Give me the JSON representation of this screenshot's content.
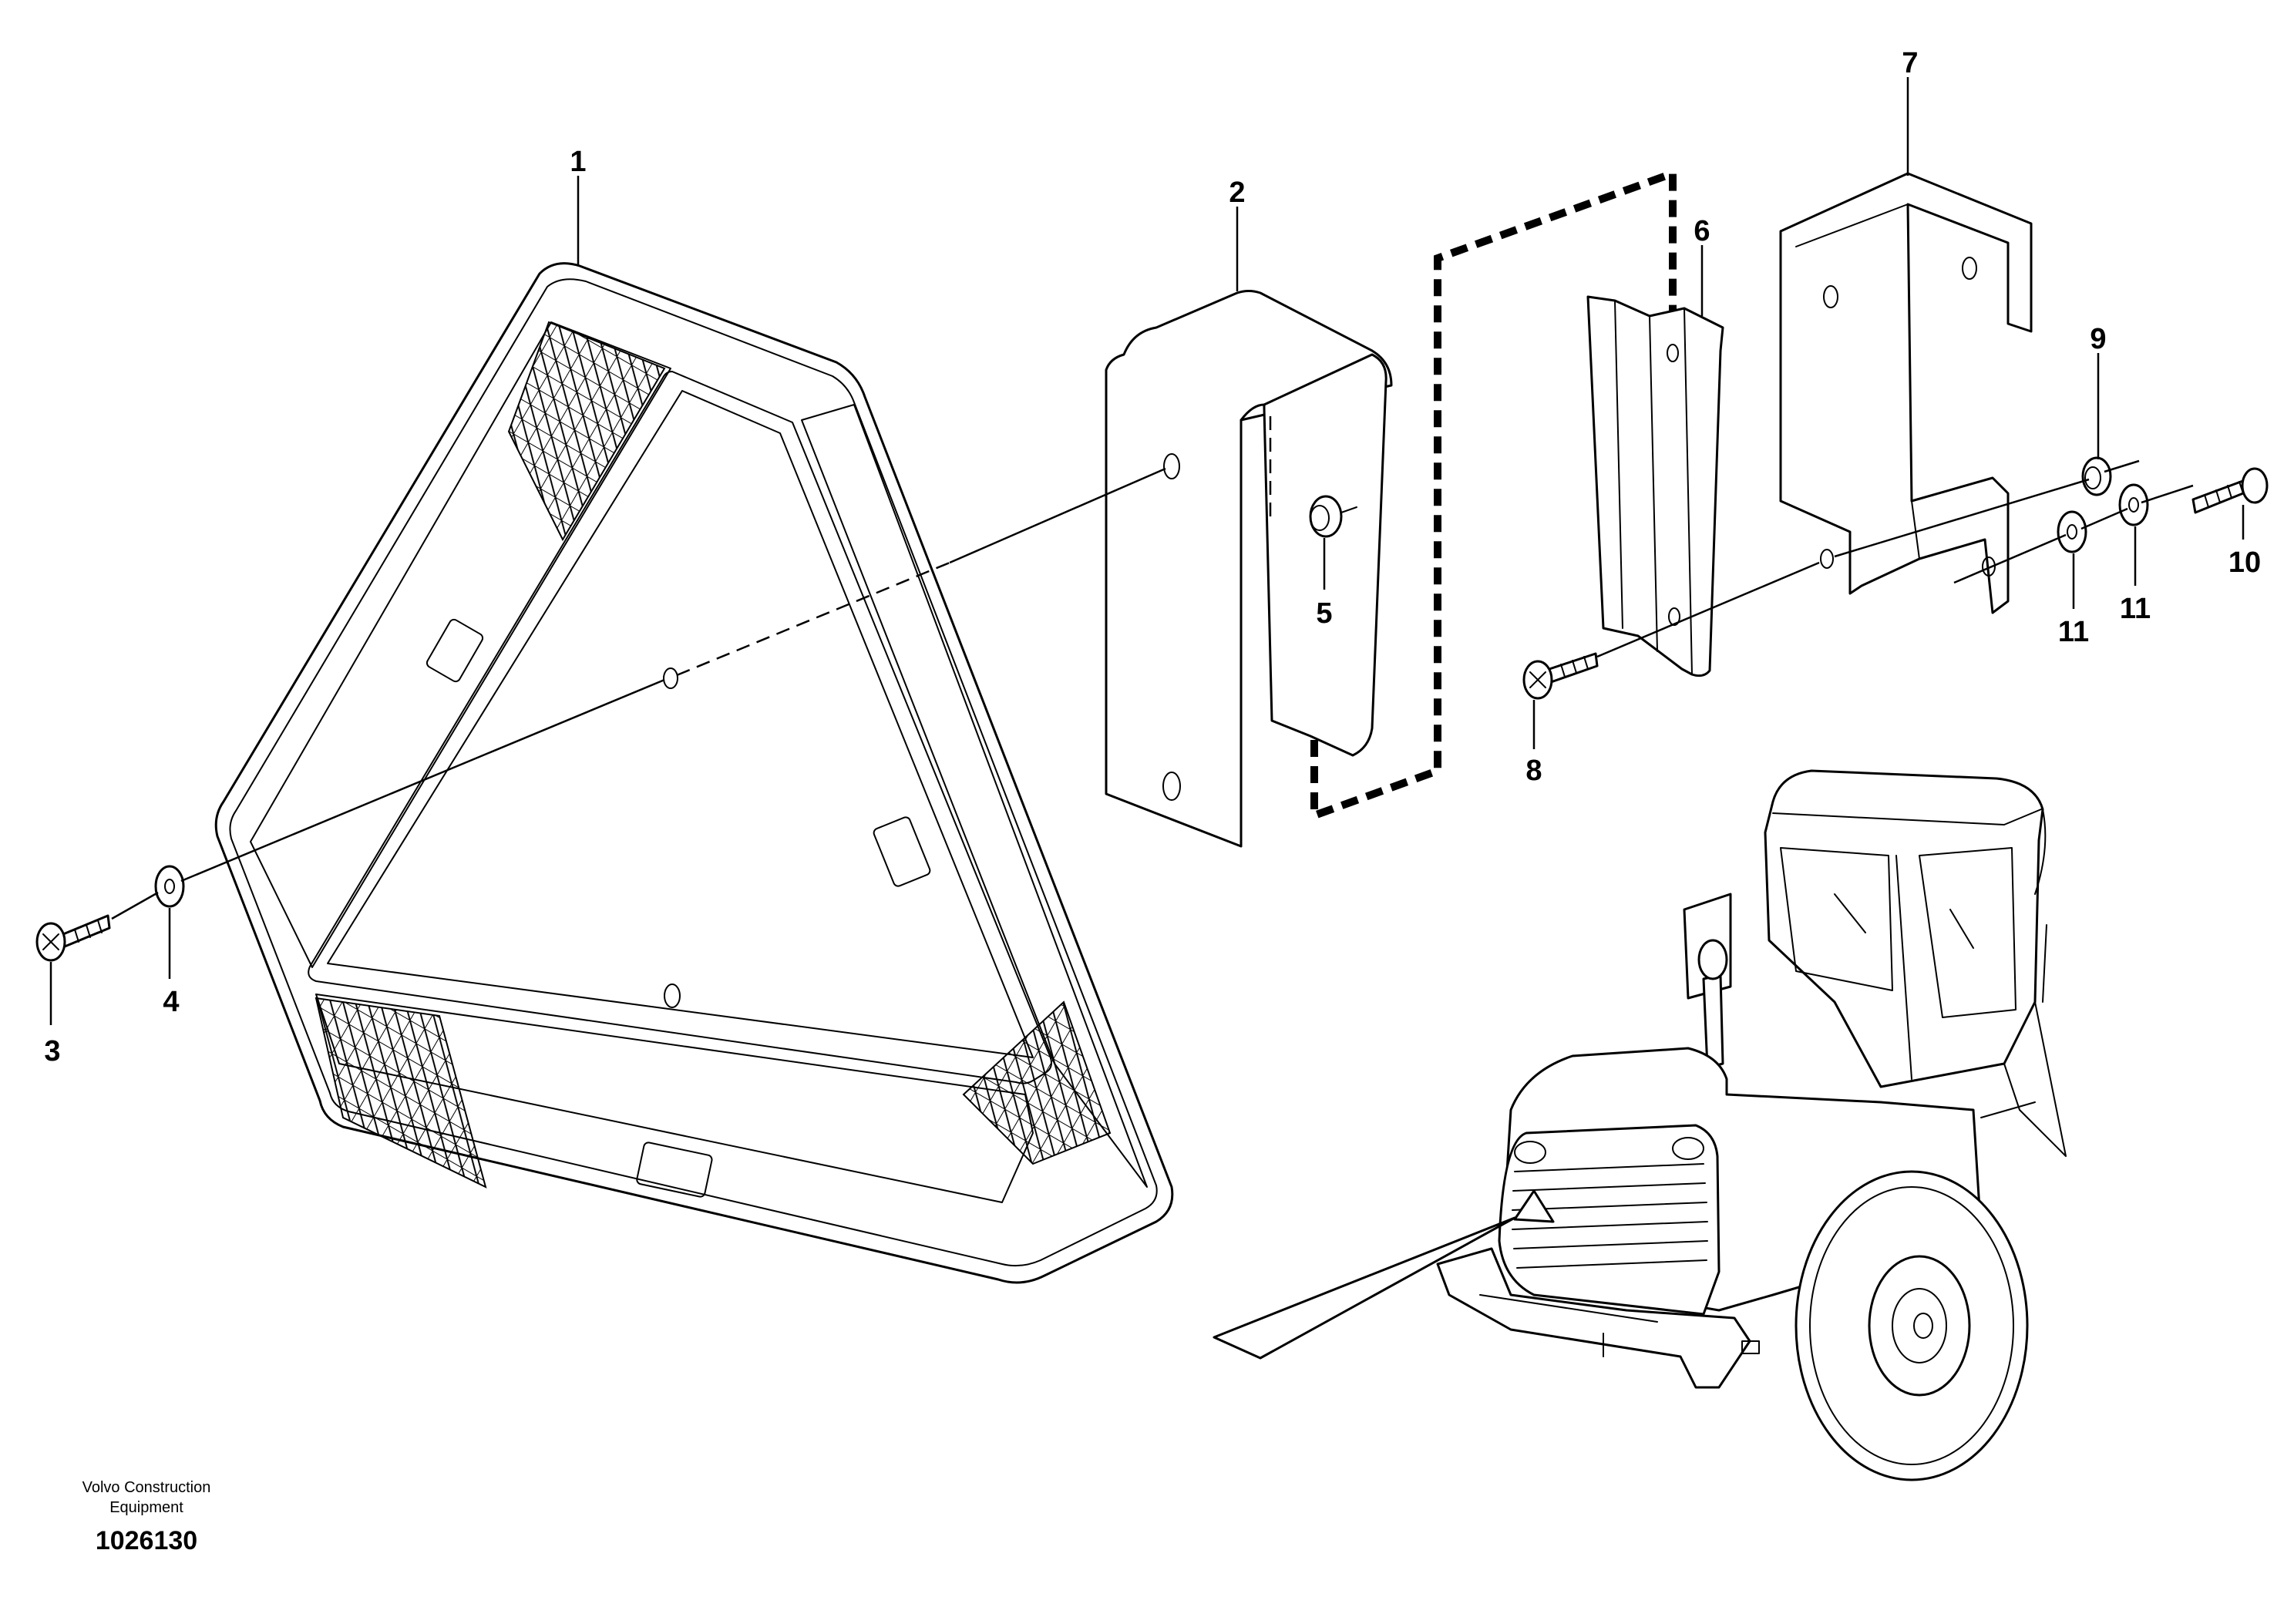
{
  "diagram": {
    "callouts": [
      {
        "id": "1",
        "label": "1"
      },
      {
        "id": "2",
        "label": "2"
      },
      {
        "id": "3",
        "label": "3"
      },
      {
        "id": "4",
        "label": "4"
      },
      {
        "id": "5",
        "label": "5"
      },
      {
        "id": "6",
        "label": "6"
      },
      {
        "id": "7",
        "label": "7"
      },
      {
        "id": "8",
        "label": "8"
      },
      {
        "id": "9",
        "label": "9"
      },
      {
        "id": "10",
        "label": "10"
      },
      {
        "id": "11a",
        "label": "11"
      },
      {
        "id": "11b",
        "label": "11"
      }
    ],
    "manufacturer_line1": "Volvo Construction",
    "manufacturer_line2": "Equipment",
    "drawing_number": "1026130"
  }
}
